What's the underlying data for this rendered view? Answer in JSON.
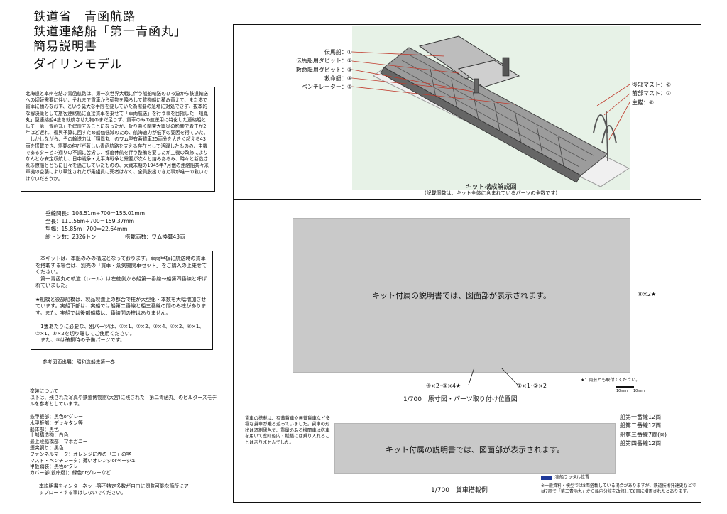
{
  "title": {
    "line1": "鉄道省　青函航路",
    "line2": "鉄道連絡船「第一青函丸」",
    "line3": "簡易説明書",
    "line4": "ダイリンモデル"
  },
  "history_text": "北海道と本州を結ぶ青函航路は、第一次世界大戦に伴う船舶輸送のひっ迫から鉄道輸送への切替需要に伴い、それまで貨車から荷物を降ろして貨物船に積み替えて、また港で貨車に積みなおす、という莫大な手間を要していた為需要の急増に対処できず、抜本的な解決策として旅客連絡船に直接貨車を乗せて「車両航送」を行う事を目指した「翔鳳丸」型連絡船4隻を就航させた物のまだ足りず、貨車のみの航送用に特化した連絡船として「第一青函丸」を建造することになったが、折り悪く関東大震災の影響で着工が2年ほど遅れ、復興予算に回すため船価低減のため、航海速力が低下の要因を得ていた。\n　しかしながら、その輸送力は「翔鳳丸」のワム型有蓋貨車25両分を大きく超える43両を搭載でき、需要の伸びが著しい青函航路を支える存在として活躍したものの、主機であるタービン翔りの不調に苦労し、都度休航を伴う整備を要したが主機の改修によりなんとか安定収航し、日中戦争・太平洋戦争と需要が次々と詰みあるみ、時々と新造される僚船とともに日々を過ごしていたものの、大戦末期の1945年7月他の連絡船共々米軍機の空襲により撃沈されたが乗組員に死者はなく、全員脱出できた事が唯一の救いではないだろうか。",
  "specs": {
    "line1": "垂線間長：108.51m÷700＝155.01mm",
    "line2": "全長：111.56m÷700＝159.37mm",
    "line3": "型幅：15.85m÷700＝22.64mm",
    "line4a": "総トン数：2326トン",
    "line4b": "搭載両数：ワム換算43両"
  },
  "notice_text": "　本キットは、本船のみの構成となっております。車両甲板に航送時の貨車を搭載する場合は、別売の「貨車・蒸気機関車セット」をご購入の上乗せてください。\n　第一青函丸の軌道（レール）は左舷側から船第一番線～船第四番線と呼ばれていました。\n\n★船橋と後部船橋は、製品製造上の都合で柱が大型化・本数を大幅増加させています。実船下部は、実船では船第二番線と船三番線の間のみ柱があります。また、実船では後部船橋は、番線間の柱はありません。\n\n　1隻あたりに必要な、別パーツは、①×1、②×2、③×4、④×2、⑥×1、⑦×1、⑧×2を切り離してご使用ください。\n　また、⑤は破損時の予備パーツです。",
  "reference": "参考図面出展：昭和造船史第一巻",
  "paint": {
    "intro": "塗装について\n以下は、残された写真や鉄道博物館(大宮)に残された「第二青函丸」のビルダーズモデルを参考としています。",
    "items": [
      "鉄甲板部：黒色orグレー",
      "木甲板部：デッキタン等",
      "船体部：黒色",
      "上部構造物：白色",
      "最上段船橋部：マホガニー",
      "煙突胴り：黒色",
      "ファンネルマーク：オレンジに赤の「エ」の字",
      "マスト・ベンチレータ：薄いオレンジorベージュ",
      "甲板鋪装：黒色orグレー",
      "カバー部(救命艇)：緑色orグレーなど"
    ]
  },
  "copyright_note": "本説明書をインターネット等不特定多数が自由に閲覧可能な箇所にアップロードする事はしないでください。",
  "kit_diagram": {
    "caption": "キット構成解説図",
    "subcaption": "(記載個数は、キット全体に含まれているパーツの全数です)",
    "left_labels": [
      "伝馬船：①",
      "伝馬船用ダビット：②",
      "救命艇用ダビット：③",
      "救命艇：④",
      "ベンチレーター：⑤"
    ],
    "right_labels": [
      "後部マスト：⑥",
      "前部マスト：⑦",
      "主錨：⑧"
    ]
  },
  "plan": {
    "placeholder": "キット付属の説明書では、図面部が表示されます。",
    "callout_right": "⑧×2★",
    "callout_left": "④×2･③×4★",
    "callout_mid": "①×1･②×2",
    "note_both": "★：両舷とも取付てください。",
    "scale_a": "10mm",
    "scale_b": "10mm",
    "caption": "1/700　原寸図・パーツ取り付け位置図"
  },
  "cargo": {
    "placeholder": "キット付属の説明書では、図面部が表示されます。",
    "note": "貨車の搭載は、有蓋貨車や無蓋貨車など多種な貨車が乗る遊っていました。貨車の形状は酒剤黒色で、重量のある機関車は搭車を用いて室町船内・桟橋には乗り入れることはありませんでした。",
    "tracks": [
      "船第一番線12両",
      "船第二番線12両",
      "船第三番線7両(※)",
      "船第四番線12両"
    ],
    "legend": ":実船ラッタル位置",
    "footnote": "※一般資料・模型では8両搭載している場合がありますが、鉄道技術発達史などでは7両で「第三青函丸」から船内分岐を改修して8両に増両されたとあります。",
    "caption": "1/700　貨車搭載例"
  }
}
